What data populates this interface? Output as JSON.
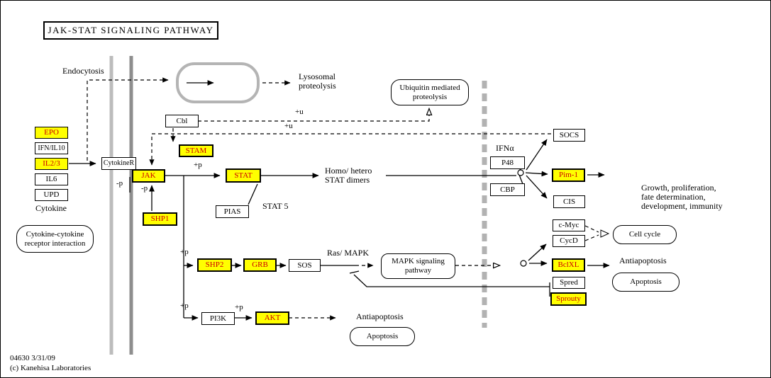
{
  "title": "JAK-STAT SIGNALING PATHWAY",
  "footer": {
    "map_id": "04630 3/31/09",
    "copyright": "(c) Kanehisa Laboratories"
  },
  "colors": {
    "highlight_bg": "#FFFF00",
    "highlight_text": "#CC0000",
    "membrane_gray": "#B4B4B4",
    "line": "#000000"
  },
  "nodes": {
    "epo": "EPO",
    "ifn_il10": "IFN/IL10",
    "il23": "IL2/3",
    "il6": "IL6",
    "upd": "UPD",
    "cytokiner": "CytokineR",
    "cbl": "Cbl",
    "stam": "STAM",
    "jak": "JAK",
    "stat": "STAT",
    "pias": "PIAS",
    "shp1": "SHP1",
    "shp2": "SHP2",
    "grb": "GRB",
    "sos": "SOS",
    "pi3k": "PI3K",
    "akt": "AKT",
    "p48": "P48",
    "cbp": "CBP",
    "socs": "SOCS",
    "pim1": "Pim-1",
    "cis": "CIS",
    "cmyc": "c-Myc",
    "cycd": "CycD",
    "bclxl": "BclXL",
    "spred": "Spred",
    "sprouty": "Sprouty"
  },
  "pathway_links": {
    "ubiquitin": "Ubiquitin mediated proteolysis",
    "cytokine_receptor": "Cytokine-cytokine receptor interaction",
    "mapk": "MAPK signaling pathway",
    "cell_cycle": "Cell cycle",
    "apoptosis_right": "Apoptosis",
    "apoptosis_bottom": "Apoptosis"
  },
  "labels": {
    "endocytosis": "Endocytosis",
    "lysosomal_1": "Lysosomal",
    "lysosomal_2": "proteolysis",
    "cytokine": "Cytokine",
    "stat_dimers_1": "Homo/ hetero",
    "stat_dimers_2": "STAT dimers",
    "stat5": "STAT 5",
    "ras_mapk": "Ras/ MAPK",
    "ifna": "IFNα",
    "growth_1": "Growth, proliferation,",
    "growth_2": "fate determination,",
    "growth_3": "development, immunity",
    "antiapoptosis_right": "Antiapoptosis",
    "antiapoptosis_bottom": "Antiapoptosis",
    "plus_p": "+p",
    "minus_p": "-p",
    "plus_u": "+u"
  }
}
